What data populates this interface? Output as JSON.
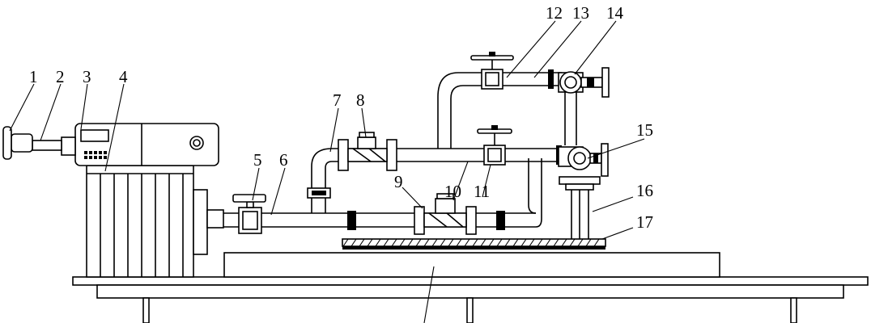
{
  "diagram": {
    "labels": [
      "1",
      "2",
      "3",
      "4",
      "5",
      "6",
      "7",
      "8",
      "9",
      "10",
      "11",
      "12",
      "13",
      "14",
      "15",
      "16",
      "17"
    ]
  },
  "colors": {
    "stroke": "#000000",
    "background": "#ffffff"
  }
}
